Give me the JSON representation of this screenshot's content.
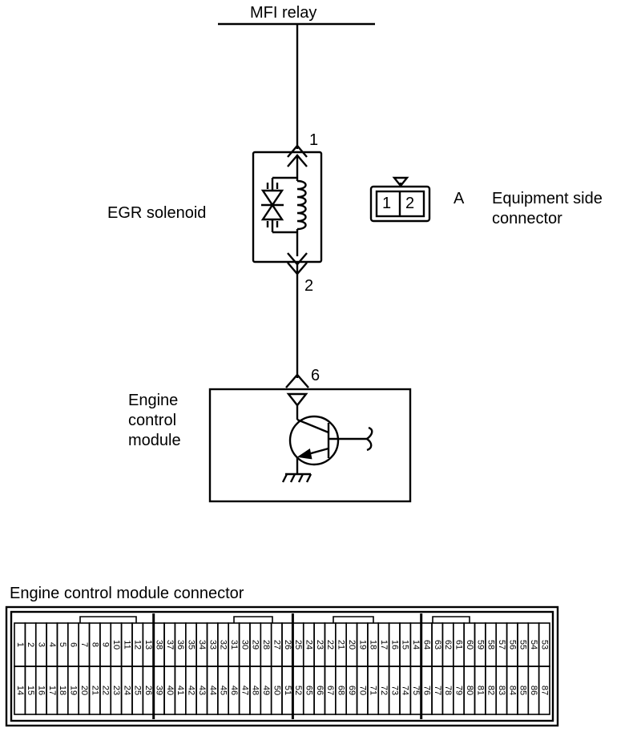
{
  "labels": {
    "mfi_relay": "MFI relay",
    "egr_solenoid": "EGR solenoid",
    "pin_1": "1",
    "pin_2": "2",
    "pin_6": "6",
    "connector_letter": "A",
    "equipment_side_line1": "Equipment side",
    "equipment_side_line2": "connector",
    "connector_pin_1": "1",
    "connector_pin_2": "2",
    "ecm_line1": "Engine",
    "ecm_line2": "control",
    "ecm_line3": "module",
    "ecm_connector_title": "Engine control module connector"
  },
  "ecm_connector": {
    "top_row": [
      "1",
      "2",
      "3",
      "4",
      "5",
      "6",
      "7",
      "8",
      "9",
      "10",
      "11",
      "12",
      "13",
      "38",
      "37",
      "36",
      "35",
      "34",
      "33",
      "32",
      "31",
      "30",
      "29",
      "28",
      "27",
      "26",
      "25",
      "24",
      "23",
      "22",
      "21",
      "20",
      "19",
      "18",
      "17",
      "16",
      "15",
      "14",
      "64",
      "63",
      "62",
      "61",
      "60",
      "59",
      "58",
      "57",
      "56",
      "55",
      "54",
      "53"
    ],
    "bottom_row": [
      "14",
      "15",
      "16",
      "17",
      "18",
      "19",
      "20",
      "21",
      "22",
      "23",
      "24",
      "25",
      "26",
      "39",
      "40",
      "41",
      "42",
      "43",
      "44",
      "45",
      "46",
      "47",
      "48",
      "49",
      "50",
      "51",
      "52",
      "65",
      "66",
      "67",
      "68",
      "69",
      "70",
      "71",
      "72",
      "73",
      "74",
      "75",
      "76",
      "77",
      "78",
      "79",
      "80",
      "81",
      "82",
      "83",
      "84",
      "85",
      "86",
      "87"
    ]
  },
  "colors": {
    "ink": "#000000",
    "paper": "#ffffff"
  }
}
